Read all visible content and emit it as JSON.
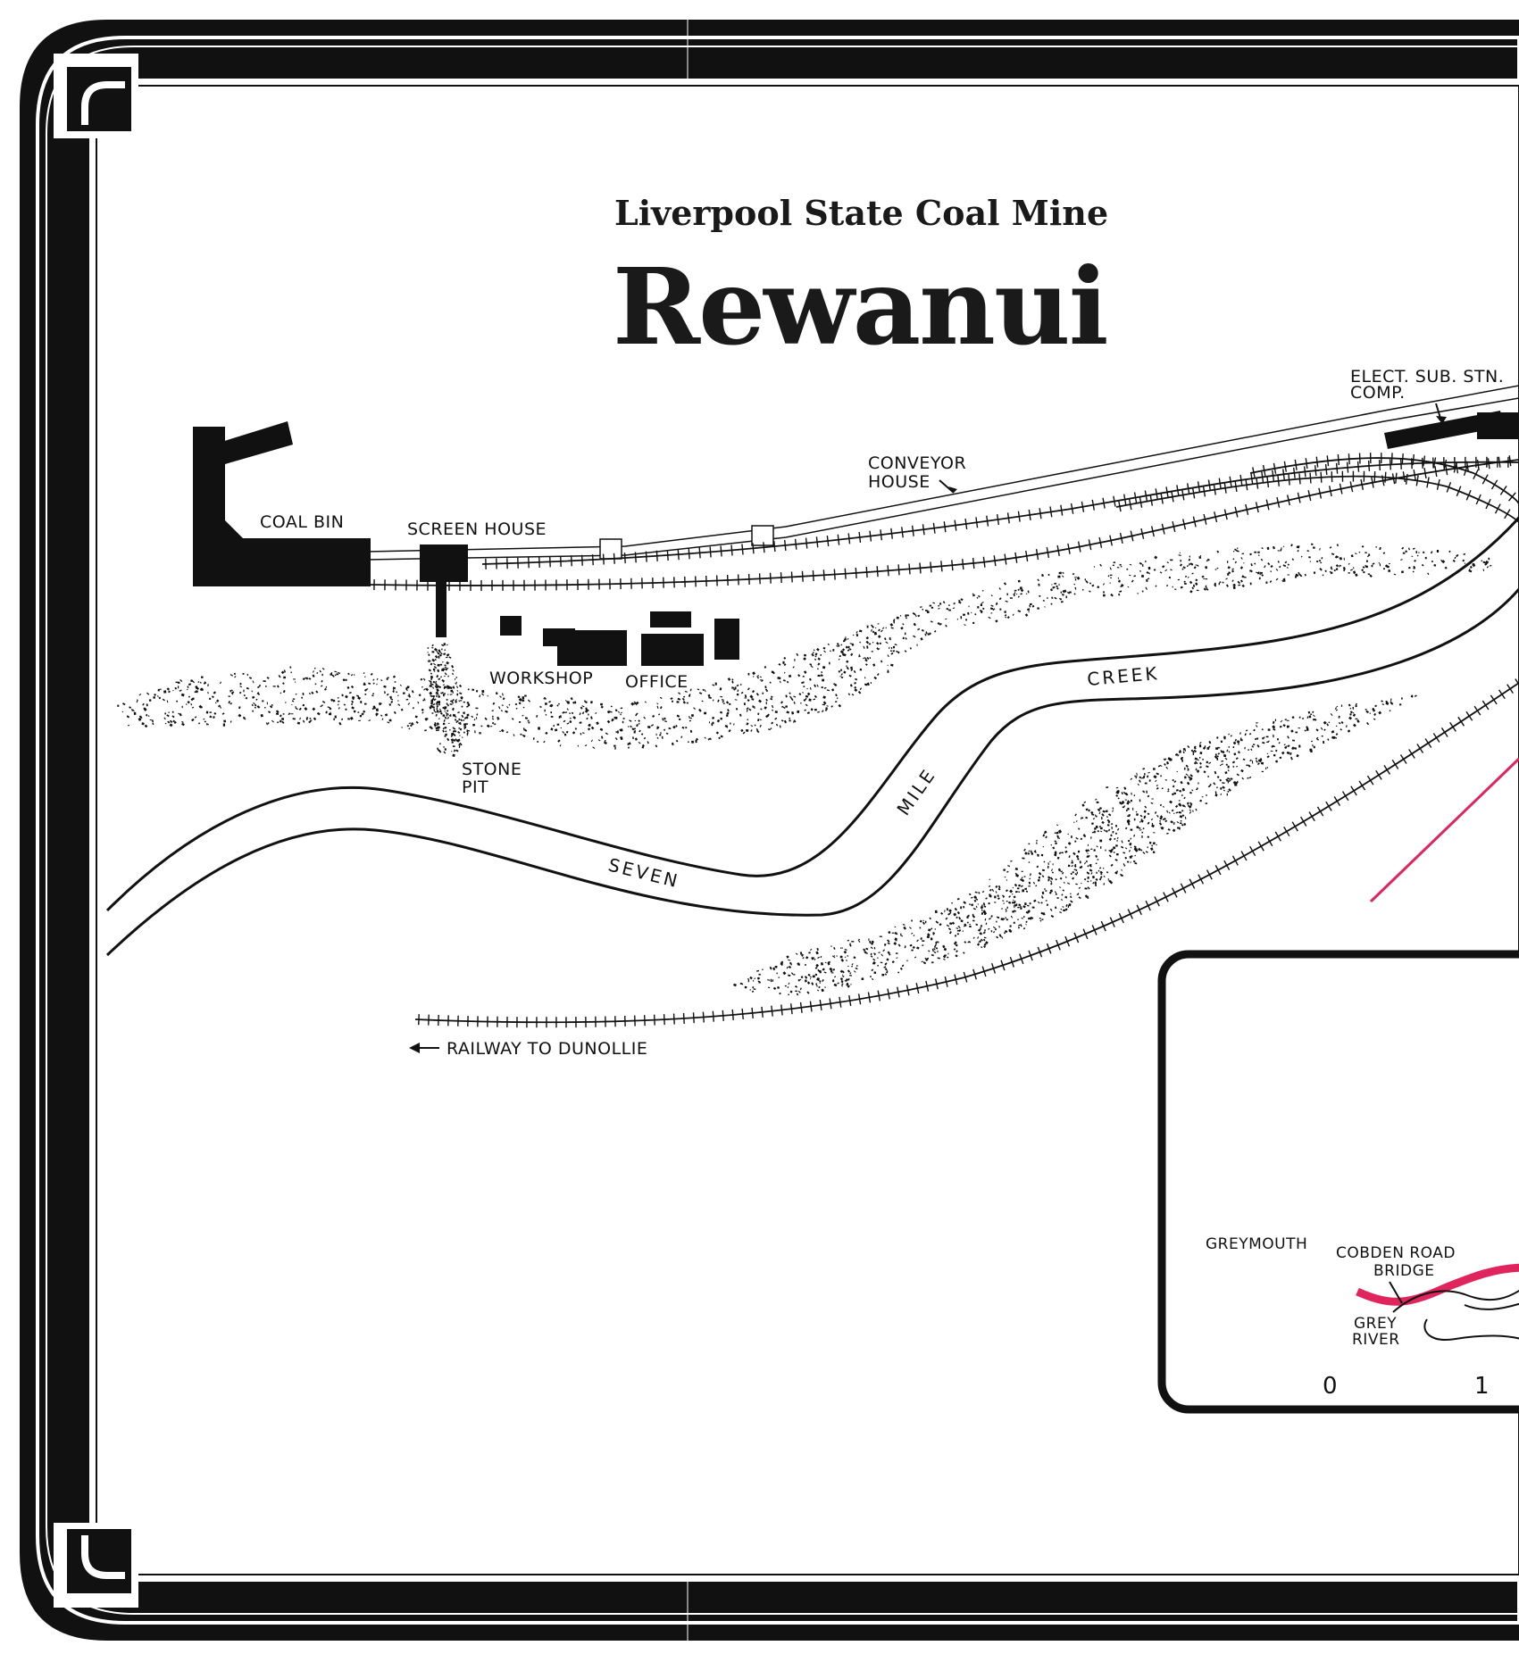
{
  "title": {
    "subtitle": "Liverpool State Coal Mine",
    "main": "Rewanui"
  },
  "labels": {
    "coal_bin": "COAL BIN",
    "screen_house": "SCREEN HOUSE",
    "conveyor_line1": "CONVEYOR",
    "conveyor_line2": "HOUSE",
    "elect_line1": "ELECT. SUB. STN.",
    "elect_line2": "COMP.",
    "workshop": "WORKSHOP",
    "office": "OFFICE",
    "stone_line1": "STONE",
    "stone_line2": "PIT",
    "creek_seven": "SEVEN",
    "creek_mile": "MILE",
    "creek_creek": "CREEK",
    "railway": "RAILWAY TO DUNOLLIE"
  },
  "inset": {
    "greymouth": "GREYMOUTH",
    "bridge_line1": "COBDEN ROAD",
    "bridge_line2": "BRIDGE",
    "river_line1": "GREY",
    "river_line2": "RIVER",
    "scale_0": "0",
    "scale_1": "1"
  },
  "colors": {
    "ink": "#1a1a1a",
    "accent": "#e0245e",
    "paper": "#ffffff"
  }
}
